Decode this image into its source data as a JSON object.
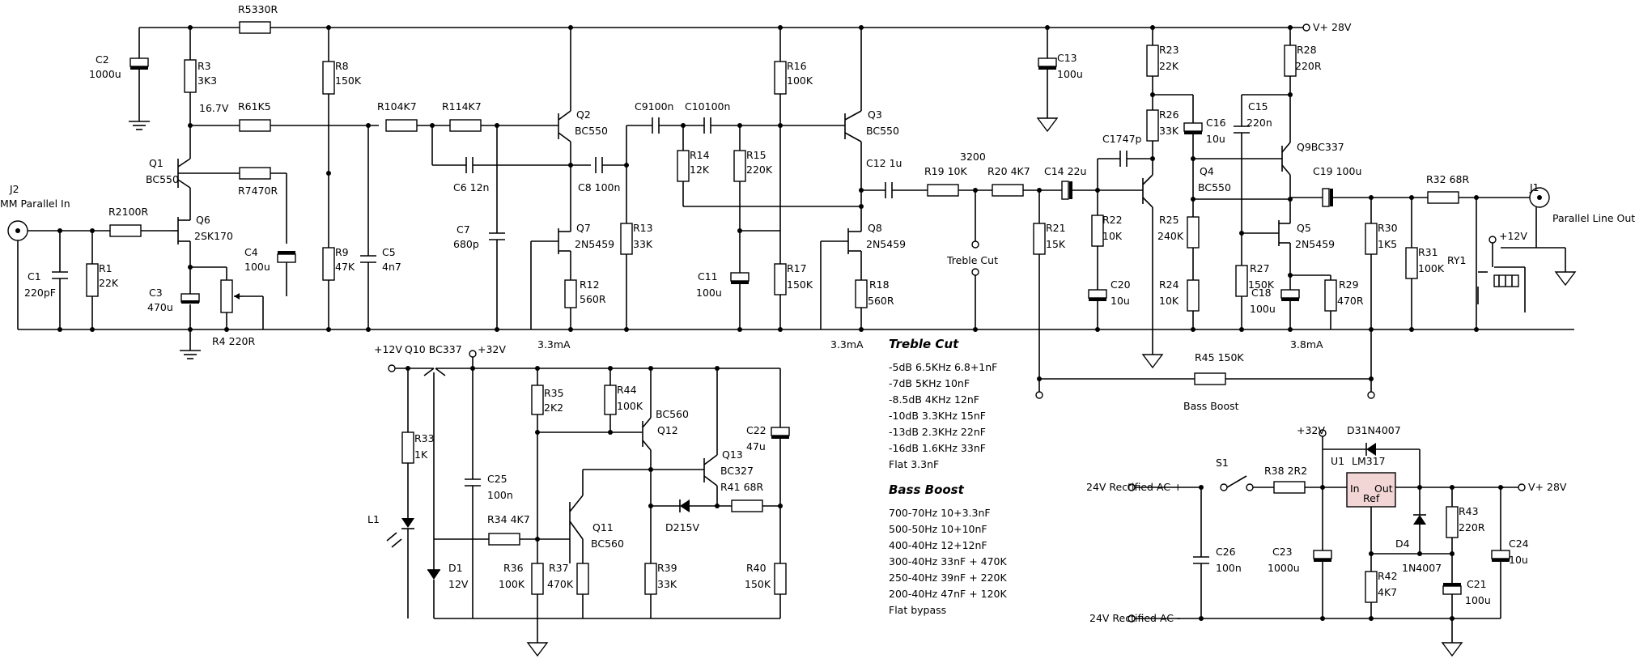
{
  "rails": {
    "supply": "V+ 28V",
    "plus12": "+12V",
    "plus32": "+32V"
  },
  "connectors": {
    "input_ref": "J2",
    "input_name": "MM Parallel In",
    "output_ref": "J1",
    "output_name": "Parallel Line Out"
  },
  "components": {
    "R53": "R5330R",
    "C2": "C2",
    "C2v": "1000u",
    "R3": "R3",
    "R3v": "3K3",
    "v167": "16.7V",
    "R6": "R61K5",
    "R7": "R7470R",
    "R8": "R8",
    "R8v": "150K",
    "R9": "R9",
    "R9v": "47K",
    "C5": "C5",
    "C5v": "4n7",
    "R10": "R104K7",
    "R11": "R114K7",
    "C6": "C6  12n",
    "C7": "C7",
    "C7v": "680p",
    "Q1": "Q1",
    "Q1v": "BC550",
    "R2": "R2100R",
    "R1": "R1",
    "R1v": "22K",
    "C1": "C1",
    "C1v": "220pF",
    "Q6": "Q6",
    "Q6v": "2SK170",
    "C3": "C3",
    "C3v": "470u",
    "C4": "C4",
    "C4v": "100u",
    "R4": "R4 220R",
    "Q2": "Q2",
    "Q2v": "BC550",
    "C8": "C8  100n",
    "C9": "C9100n",
    "C10": "C10100n",
    "Q7": "Q7",
    "Q7v": "2N5459",
    "R12": "R12",
    "R12v": "560R",
    "R13": "R13",
    "R13v": "33K",
    "R14": "R14",
    "R14v": "12K",
    "R15": "R15",
    "R15v": "220K",
    "R16": "R16",
    "R16v": "100K",
    "R17": "R17",
    "R17v": "150K",
    "C11": "C11",
    "C11v": "100u",
    "Q3": "Q3",
    "Q3v": "BC550",
    "Q8": "Q8",
    "Q8v": "2N5459",
    "R18": "R18",
    "R18v": "560R",
    "C12": "C12  1u",
    "R19": "R19  10K",
    "n3200": "3200",
    "R20": "R20  4K7",
    "C14": "C14  22u",
    "treble_cut_label": "Treble Cut",
    "C13": "C13",
    "C13v": "100u",
    "R21": "R21",
    "R21v": "15K",
    "C17": "C1747p",
    "R22": "R22",
    "R22v": "10K",
    "C20": "C20",
    "C20v": "10u",
    "R23": "R23",
    "R23v": "22K",
    "R26": "R26",
    "R26v": "33K",
    "C16": "C16",
    "C16v": "10u",
    "R25": "R25",
    "R25v": "240K",
    "R24": "R24",
    "R24v": "10K",
    "Q4": "Q4",
    "Q4v": "BC550",
    "C15": "C15",
    "C15v": "220n",
    "R28": "R28",
    "R28v": "220R",
    "Q9": "Q9BC337",
    "R27": "R27",
    "R27v": "150K",
    "C18": "C18",
    "C18v": "100u",
    "Q5": "Q5",
    "Q5v": "2N5459",
    "R29": "R29",
    "R29v": "470R",
    "C19": "C19  100u",
    "R30": "R30",
    "R30v": "1K5",
    "R32": "R32  68R",
    "R31": "R31",
    "R31v": "100K",
    "RY1": "RY1",
    "ry12": "+12V",
    "R45": "R45  150K",
    "bass_boost_label": "Bass Boost",
    "i1": "3.3mA",
    "i2": "3.3mA",
    "i3": "3.8mA",
    "Q10": "Q10 BC337",
    "R33": "R33",
    "R33v": "1K",
    "L1": "L1",
    "D1": "D1",
    "D1v": "12V",
    "C25": "C25",
    "C25v": "100n",
    "R34": "R34  4K7",
    "R35": "R35",
    "R35v": "2K2",
    "R36": "R36",
    "R36v": "100K",
    "R37": "R37",
    "R37v": "470K",
    "Q11": "Q11",
    "Q11v": "BC560",
    "R44": "R44",
    "R44v": "100K",
    "Q12": "BC560",
    "Q12r": "Q12",
    "Q13": "Q13",
    "Q13v": "BC327",
    "D2": "D215V",
    "R41": "R41  68R",
    "R39": "R39",
    "R39v": "33K",
    "R40": "R40",
    "R40v": "150K",
    "C22": "C22",
    "C22v": "47u",
    "ac1": "24V Rectified AC +",
    "ac2": "24V Rectified AC -",
    "S1": "S1",
    "R38": "R38    2R2",
    "U1": "U1",
    "D3": "D31N4007",
    "LM317": "LM317",
    "U_in": "In",
    "U_out": "Out",
    "U_ref": "Ref",
    "C26": "C26",
    "C26v": "100n",
    "C23": "C23",
    "C23v": "1000u",
    "R42": "R42",
    "R42v": "4K7",
    "D4": "D4",
    "D4v": "1N4007",
    "R43": "R43",
    "R43v": "220R",
    "C21": "C21",
    "C21v": "100u",
    "C24": "C24",
    "C24v": "10u",
    "supply_out": "V+ 28V"
  },
  "notes": {
    "treble_title": "Treble Cut",
    "treble": [
      "-5dB 6.5KHz 6.8+1nF",
      "-7dB 5KHz 10nF",
      "-8.5dB 4KHz 12nF",
      "-10dB 3.3KHz 15nF",
      "-13dB 2.3KHz 22nF",
      "-16dB 1.6KHz 33nF",
      "Flat 3.3nF"
    ],
    "bass_title": "Bass Boost",
    "bass": [
      "700-70Hz 10+3.3nF",
      "500-50Hz 10+10nF",
      "400-40Hz 12+12nF",
      "300-40Hz 33nF + 470K",
      "250-40Hz 39nF + 220K",
      "200-40Hz 47nF + 120K",
      "Flat bypass"
    ]
  }
}
